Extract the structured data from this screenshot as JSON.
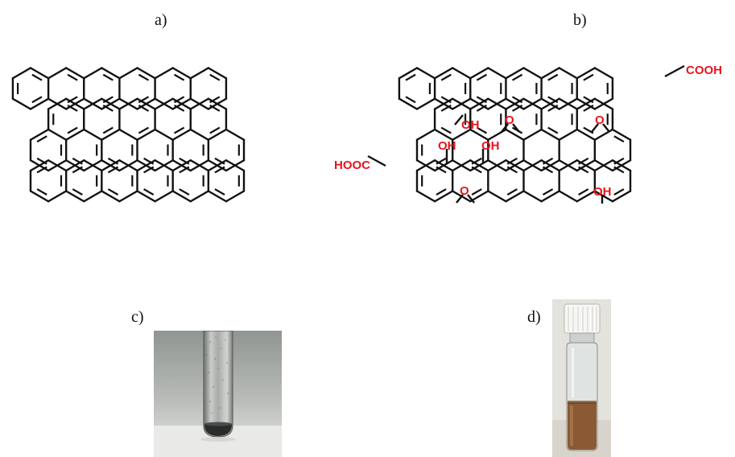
{
  "panels": {
    "a": {
      "label": "a)"
    },
    "b": {
      "label": "b)"
    },
    "c": {
      "label": "c)"
    },
    "d": {
      "label": "d)"
    }
  },
  "groups": {
    "cooh": "COOH",
    "hooc": "HOOC",
    "oh": "OH",
    "o": "O"
  },
  "colors": {
    "bond": "#111111",
    "functional_group": "#e8141c",
    "suspension_dark": "#2b2b2b",
    "solution_brown": "#8a5a34"
  }
}
